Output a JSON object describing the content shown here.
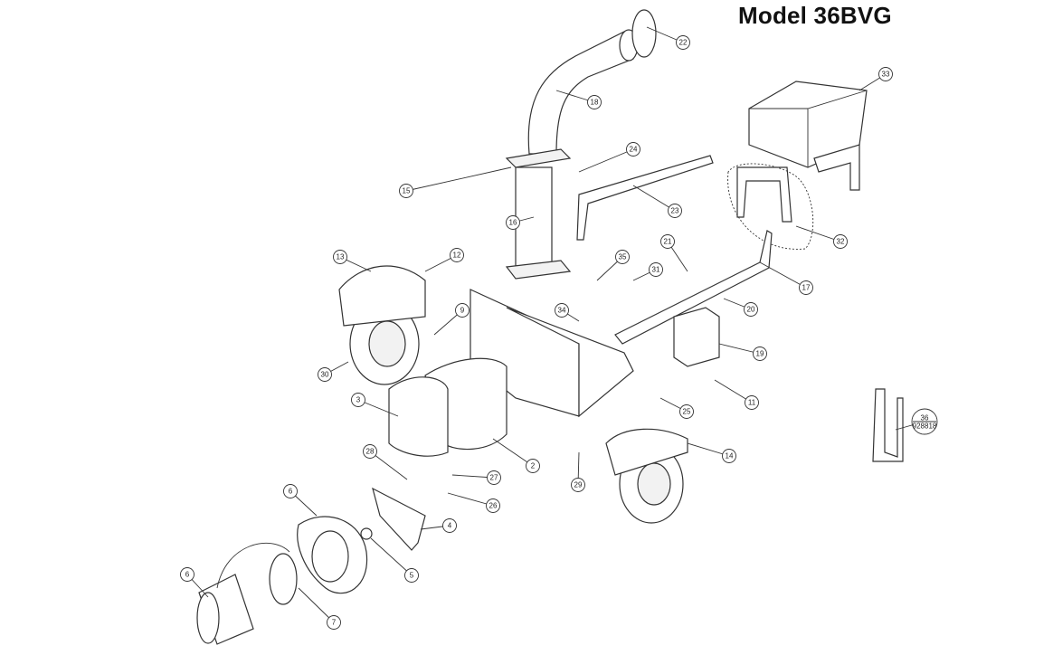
{
  "title": "Model 36BVG",
  "callouts": [
    "22",
    "18",
    "33",
    "24",
    "15",
    "23",
    "16",
    "32",
    "21",
    "17",
    "13",
    "12",
    "35",
    "31",
    "9",
    "34",
    "20",
    "19",
    "30",
    "3",
    "11",
    "25",
    "14",
    "36",
    "28",
    "27",
    "2",
    "29",
    "26",
    "6",
    "4",
    "6",
    "5",
    "7"
  ],
  "part_36_number": "928818"
}
